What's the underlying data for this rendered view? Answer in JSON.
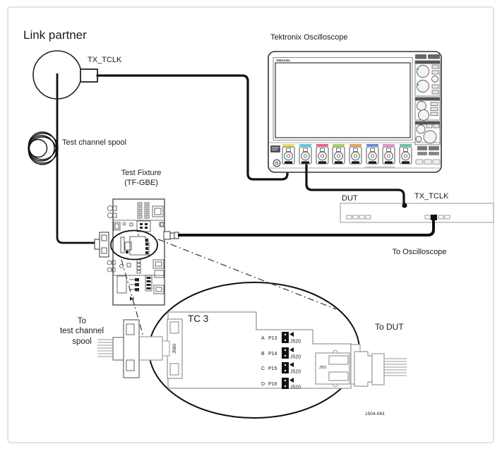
{
  "labels": {
    "link_partner": "Link partner",
    "tx_tclk_source": "TX_TCLK",
    "oscilloscope_title": "Tektronix Oscilloscope",
    "oscilloscope_brand": "Tektronix",
    "test_channel_spool": "Test channel spool",
    "test_fixture_line1": "Test Fixture",
    "test_fixture_line2": "(TF-GBE)",
    "dut": "DUT",
    "dut_tx_tclk": "TX_TCLK",
    "to_oscilloscope": "To Oscilloscope",
    "to_spool_line1": "To",
    "to_spool_line2": "test channel",
    "to_spool_line3": "spool",
    "to_dut": "To DUT",
    "figure_number": "1504-043"
  },
  "magnified_callout": {
    "section_title": "TC 3",
    "left_connector": "J580",
    "right_connector": "J501",
    "jumper_rows": [
      {
        "channel": "A",
        "pin": "P13",
        "jumper": "J520"
      },
      {
        "channel": "B",
        "pin": "P14",
        "jumper": "J520"
      },
      {
        "channel": "C",
        "pin": "P15",
        "jumper": "J520"
      },
      {
        "channel": "D",
        "pin": "P16",
        "jumper": "J520"
      }
    ]
  },
  "oscilloscope": {
    "channel_colors": [
      "#f2dc55",
      "#55cfe0",
      "#f06080",
      "#a8d65a",
      "#f2a04e",
      "#5c8cf0",
      "#f08fd0",
      "#55cfa2"
    ]
  }
}
